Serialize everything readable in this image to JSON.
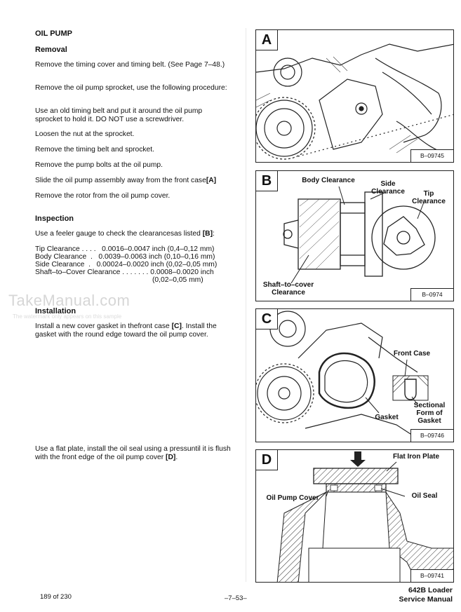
{
  "section_title": "OIL PUMP",
  "removal": {
    "heading": "Removal",
    "p1": "Remove  the timing cover and timing    belt. (See Page 7–48.)",
    "p2": "Remove   the   oil   pump sprocket, use the following procedure:",
    "p3": "Use an old timing belt and put    it around the oil pump sprocket to hold it. DO NOT use a screwdriver.",
    "p4": "Loosen the nut at the sprocket.",
    "p5": "Remove the timing belt and sprocket.",
    "p6": "Remove the pump bolts at the oil pump.",
    "p7_text": "Slide the oil pump assembly away from the front case",
    "p7_ref": "[A]",
    "p8": "Remove the rotor from the oil pump cover."
  },
  "inspection": {
    "heading": "Inspection",
    "intro_text": "Use a feeler gauge to check the clearancesas listed",
    "intro_ref": "[B]",
    "specs": [
      "Tip Clearance . . . .   0.0016–0.0047 inch (0,4–0,12 mm)",
      "Body Clearance  .   0.0039–0.0063 inch (0,10–0,16 mm)",
      "Side Clearance  .   0.00024–0.0020 inch (0,02–0,05 mm)",
      "Shaft–to–Cover Clearance . . . . . . . 0.0008–0.0020 inch",
      "                                                           (0,02–0,05 mm)"
    ]
  },
  "watermark": {
    "site": "TakeManual.com",
    "note": "The watermark only appears on this sample"
  },
  "installation": {
    "heading": "Installation",
    "p1_a": "Install a new cover gasket in thefront case ",
    "p1_ref": "[C]",
    "p1_b": ". Install the gasket with the round edge toward the oil pump cover.",
    "p2_a": "Use a flat plate, install the oil seal using a pressuntil it is flush with the front edge of the oil pump cover ",
    "p2_ref": "[D]",
    "p2_b": "."
  },
  "figures": {
    "a": {
      "letter": "A",
      "code": "B–09745"
    },
    "b": {
      "letter": "B",
      "code": "B–0974",
      "callouts": {
        "body": "Body Clearance",
        "side": "Side Clearance",
        "tip": "Tip Clearance",
        "shaft": "Shaft–to–cover Clearance"
      }
    },
    "c": {
      "letter": "C",
      "code": "B–09746",
      "callouts": {
        "front_case": "Front Case",
        "gasket": "Gasket",
        "sectional": "Sectional Form of Gasket"
      }
    },
    "d": {
      "letter": "D",
      "code": "B–09741",
      "callouts": {
        "plate": "Flat Iron Plate",
        "cover": "Oil Pump Cover",
        "seal": "Oil Seal"
      }
    }
  },
  "footer": {
    "page_count": "189 of 230",
    "page_number": "–7–53–",
    "model": "642B Loader",
    "manual": "Service Manual"
  }
}
